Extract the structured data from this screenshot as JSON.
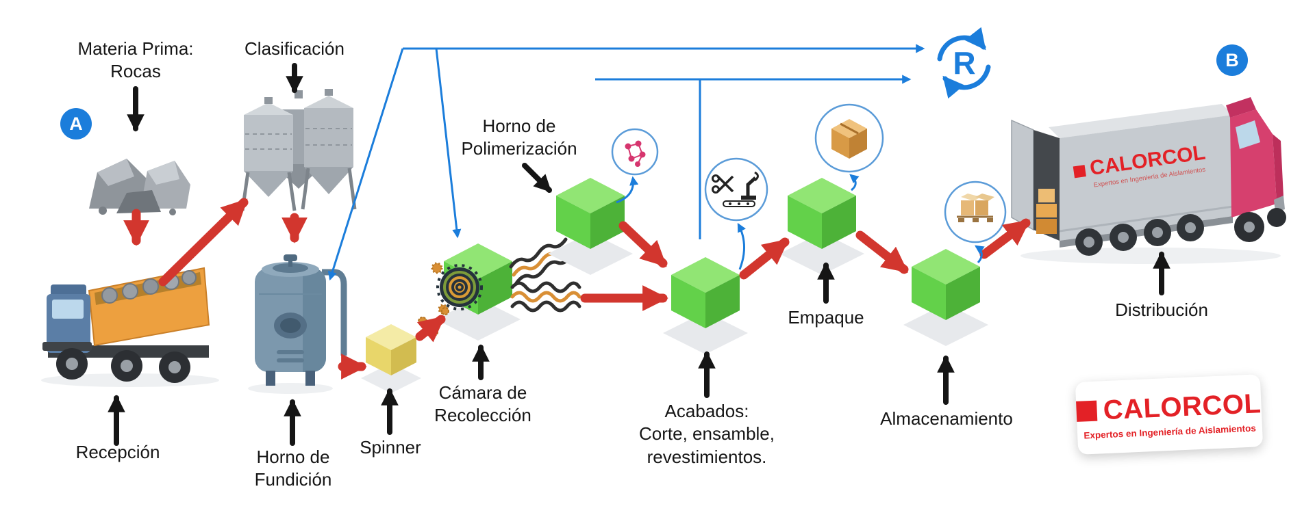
{
  "labels": {
    "materia_prima": "Materia Prima:\nRocas",
    "clasificacion": "Clasificación",
    "recepcion": "Recepción",
    "horno_fundicion": "Horno de\nFundición",
    "spinner": "Spinner",
    "camara_recoleccion": "Cámara de\nRecolección",
    "horno_polimerizacion": "Horno de\nPolimerización",
    "acabados": "Acabados:\nCorte, ensamble,\nrevestimientos.",
    "empaque": "Empaque",
    "almacenamiento": "Almacenamiento",
    "distribucion": "Distribución"
  },
  "markers": {
    "a": "A",
    "b": "B",
    "r": "R"
  },
  "logo": {
    "brand": "CALORCOL",
    "tagline": "Expertos en Ingeniería de Aislamientos"
  },
  "truck_branding": {
    "brand": "CALORCOL",
    "tagline": "Expertos en Ingeniería de Aislamientos"
  },
  "icons": {
    "recycle": "recycle-arrows-icon",
    "molecule": "polymer-molecule-icon",
    "cutting": "cutting-and-robot-icon",
    "package": "cardboard-box-icon",
    "pallet": "pallet-with-boxes-icon"
  },
  "colors": {
    "accent_blue": "#1b7ddb",
    "arrow_red": "#d2362e",
    "cube_green": "#63d14a",
    "brand_red": "#e32126"
  }
}
